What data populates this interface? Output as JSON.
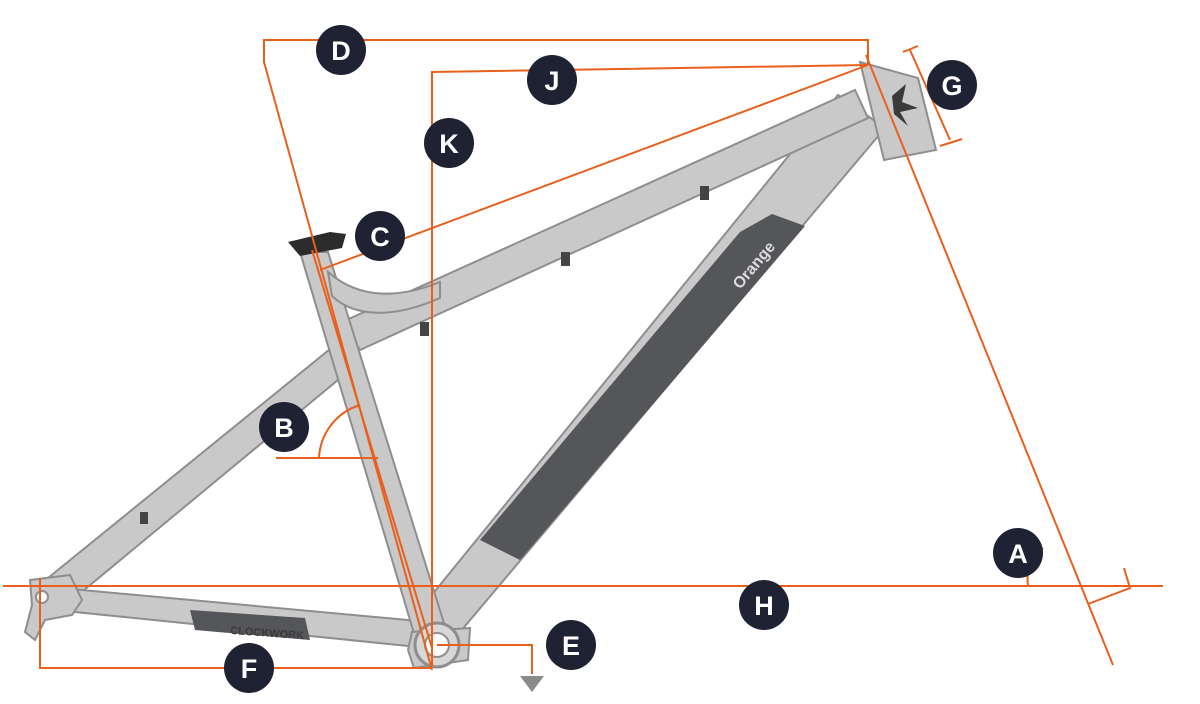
{
  "diagram": {
    "labels": {
      "A": "A",
      "B": "B",
      "C": "C",
      "D": "D",
      "E": "E",
      "F": "F",
      "G": "G",
      "H": "H",
      "J": "J",
      "K": "K"
    },
    "frame_decals": {
      "chainstay_text": "CLOCKWORK",
      "downtube_logo": "Orange"
    },
    "colors": {
      "dimension_lines": "#e8601c",
      "frame": "#c9c9c9",
      "frame_outline": "#8e8e8e",
      "decal_dark": "#55565a",
      "badge": "#1f2233",
      "badge_text": "#ffffff",
      "bb_arrow": "#8a8a8a"
    }
  }
}
